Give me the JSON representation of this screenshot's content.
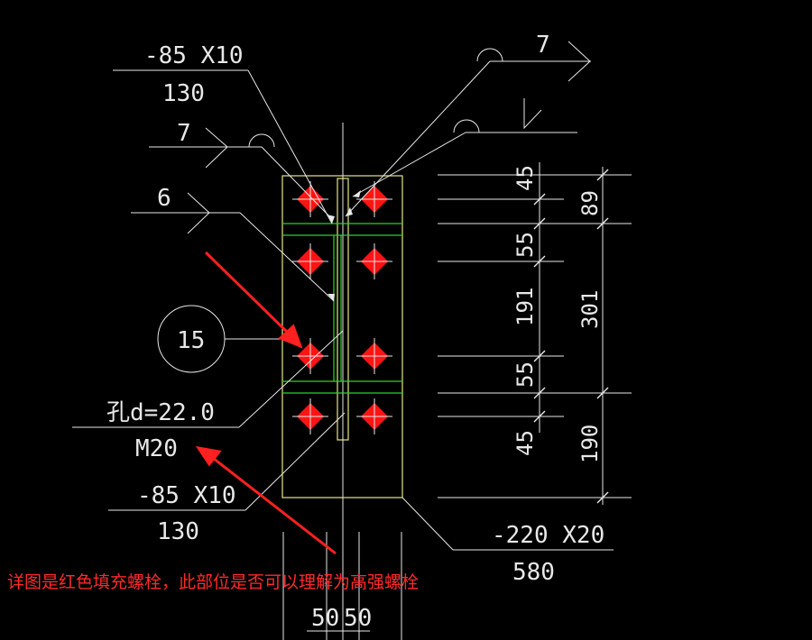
{
  "labels": {
    "top_plate_size": "-85 X10",
    "top_plate_length": "130",
    "weld_top_left": "7",
    "weld_top_right": "7",
    "weld_middle": "6",
    "detail_number": "15",
    "hole_diameter": "孔d=22.0",
    "bolt_spec": "M20",
    "bottom_plate_size": "-85 X10",
    "bottom_plate_length": "130",
    "end_plate_size": "-220 X20",
    "end_plate_length": "580",
    "bottom_dim_a": "50",
    "bottom_dim_b": "50"
  },
  "dimensions": {
    "inner": [
      "45",
      "55",
      "191",
      "55",
      "45"
    ],
    "outer": [
      "89",
      "301",
      "190"
    ]
  },
  "annotation": {
    "text": "详图是红色填充螺栓，此部位是否可以理解为高强螺栓"
  },
  "colors": {
    "background": "#000000",
    "line_white": "#e8e8e8",
    "plate_yellow": "#e6e68a",
    "stiffener_green": "#2bd42b",
    "bolt_red": "#ff1414",
    "arrow_red": "#ff2020"
  }
}
